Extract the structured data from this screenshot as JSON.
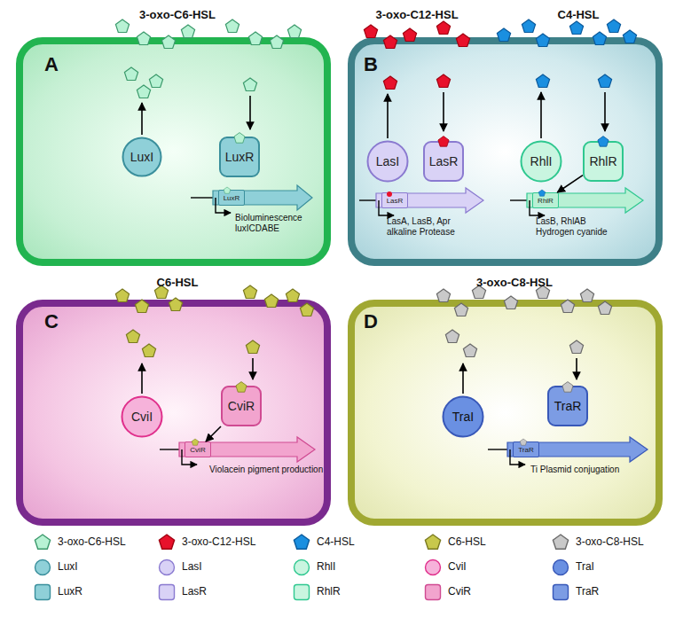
{
  "diagram": {
    "nodes": [
      {
        "text": [
          "3-oxo-C6-HSL"
        ]
      },
      {
        "text": [
          "LuxI"
        ],
        "in": 0
      },
      {
        "text": [
          "LuxR"
        ],
        "in": 0
      },
      {
        "text": [
          "LuxR"
        ],
        "in": 0
      },
      {
        "text": [
          "3-oxo-C12-HSL",
          "C4-HSL"
        ]
      },
      {
        "text": [
          "LasI"
        ],
        "in": 4
      },
      {
        "text": [
          "LasR"
        ],
        "in": 4
      },
      {
        "text": [
          "RhlI"
        ],
        "in": 4
      },
      {
        "text": [
          "RhlR"
        ],
        "in": 4
      },
      {
        "text": [
          "LasR"
        ],
        "in": 4
      },
      {
        "text": [
          "RhlR"
        ],
        "in": 4
      },
      {
        "text": [
          "C6-HSL"
        ]
      },
      {
        "text": [
          "CviI"
        ],
        "in": 11
      },
      {
        "text": [
          "CviR"
        ],
        "in": 11
      },
      {
        "text": [
          "CviR"
        ],
        "in": 11
      },
      {
        "text": [
          "3-oxo-C8-HSL"
        ]
      },
      {
        "text": [
          "TraI"
        ],
        "in": 15
      },
      {
        "text": [
          "TraR"
        ],
        "in": 15
      },
      {
        "text": [
          "TraR"
        ],
        "in": 15
      }
    ],
    "edges": [
      {
        "from": 8,
        "to": 10,
        "arrow": "to"
      },
      {
        "from": 13,
        "to": 14,
        "arrow": "to"
      }
    ],
    "labels": [
      "A",
      "B",
      "Bioluminescence luxICDABE",
      "LasA, LasB, Apr alkaline Protease",
      "LasB, RhlAB Hydrogen cyanide",
      "C",
      "D",
      "Violacein pigment production",
      "Ti Plasmid conjugation"
    ],
    "legend": [
      {
        "text": "3-oxo-C6-HSL",
        "color": "#b8f2d4"
      },
      {
        "text": "3-oxo-C12-HSL",
        "color": "#e8112b"
      },
      {
        "text": "C4-HSL",
        "color": "#1a8fe0"
      },
      {
        "text": "C6-HSL",
        "color": "#c8c84c"
      },
      {
        "text": "3-oxo-C8-HSL",
        "color": "#c9c9c9"
      },
      {
        "text": "LuxI",
        "color": "#8fd0d8"
      },
      {
        "text": "LasI",
        "color": "#d9d2f6"
      },
      {
        "text": "RhlI",
        "color": "#c9f5e0"
      },
      {
        "text": "CviI",
        "color": "#f6b2da"
      },
      {
        "text": "TraI",
        "color": "#6a90e2"
      },
      {
        "text": "LuxR",
        "color": "#8fd0d8"
      },
      {
        "text": "LasR",
        "color": "#d9d2f6"
      },
      {
        "text": "RhlR",
        "color": "#c9f5e0"
      },
      {
        "text": "CviR",
        "color": "#f2a4ce"
      },
      {
        "text": "TraR",
        "color": "#7c9ce4"
      }
    ]
  }
}
